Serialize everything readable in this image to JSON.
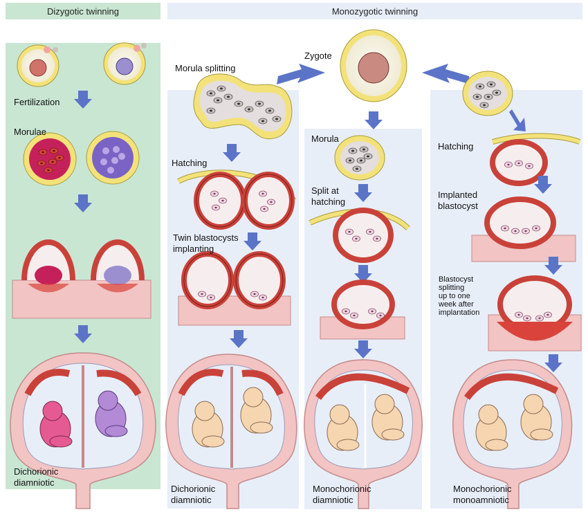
{
  "headers": {
    "dizygotic": "Dizygotic twinning",
    "monozygotic": "Monozygotic twinning"
  },
  "labels": {
    "fertilization": "Fertilization",
    "morulae": "Morulae",
    "dichorionic_1_line1": "Dichorionic",
    "dichorionic_1_line2": "diamniotic",
    "zygote": "Zygote",
    "morula_splitting": "Morula splitting",
    "hatching_1": "Hatching",
    "twin_blastocysts_line1": "Twin blastocysts",
    "twin_blastocysts_line2": "implanting",
    "dichorionic_2_line1": "Dichorionic",
    "dichorionic_2_line2": "diamniotic",
    "morula": "Morula",
    "split_at_line1": "Split at",
    "split_at_line2": "hatching",
    "monochorionic_diamniotic_line1": "Monochorionic",
    "monochorionic_diamniotic_line2": "diamniotic",
    "hatching_2": "Hatching",
    "implanted_line1": "Implanted",
    "implanted_line2": "blastocyst",
    "blasto_split_line1": "Blastocyst",
    "blasto_split_line2": "splitting",
    "blasto_split_line3": "up to one",
    "blasto_split_line4": "week after",
    "blasto_split_line5": "implantation",
    "monochorionic_mono_line1": "Monochorionic",
    "monochorionic_mono_line2": "monoamniotic"
  },
  "colors": {
    "dizygotic_panel": "#c9e6d3",
    "mono_panel": "#e8eef8",
    "arrow": "#5b74c8",
    "zona": "#f3e27a",
    "cell_red": "#d9433b",
    "uterus": "#f2c4c4"
  }
}
